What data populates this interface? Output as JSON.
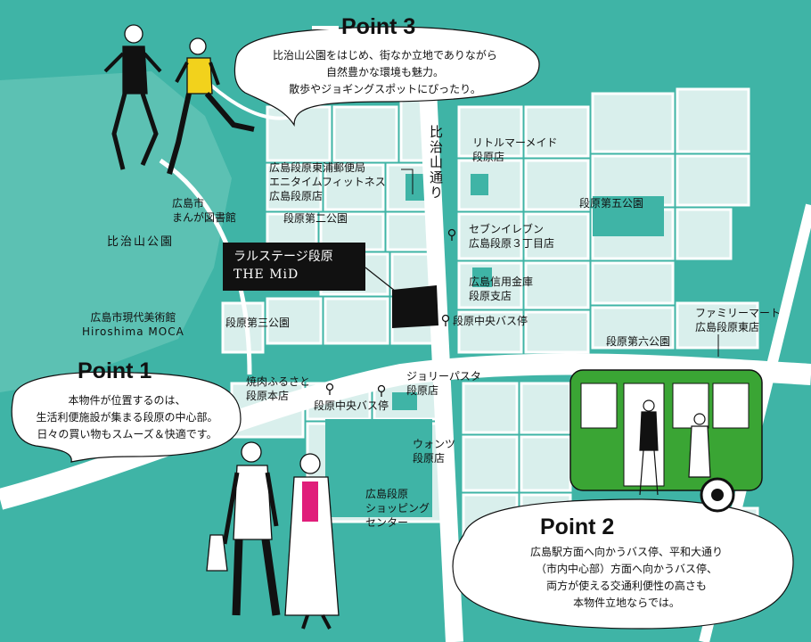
{
  "colors": {
    "teal": "#3fb4a6",
    "block": "#d9efec",
    "road": "#ffffff",
    "bus_green": "#3aa534",
    "property": "#111111",
    "accent_yellow": "#f2d21c",
    "accent_pink": "#e01e7a"
  },
  "map": {
    "park_label": "比治山公園",
    "street_label": "比治山通り",
    "places": {
      "manga_library": [
        "広島市",
        "まんが図書館"
      ],
      "moca": [
        "広島市現代美術館",
        "Hiroshima MOCA"
      ],
      "post_office_group": [
        "広島段原東浦郵便局",
        "エニタイムフィットネス",
        "広島段原店"
      ],
      "little_mermaid": [
        "リトルマーメイド",
        "段原店"
      ],
      "seven_eleven": [
        "セブンイレブン",
        "広島段原３丁目店"
      ],
      "shinkin_bank": [
        "広島信用金庫",
        "段原支店"
      ],
      "dambara_5_park": "段原第五公園",
      "dambara_2_park": "段原第二公園",
      "dambara_3_park": "段原第三公園",
      "dambara_6_park": "段原第六公園",
      "familymart": [
        "ファミリーマート",
        "広島段原東店"
      ],
      "bus_stop_north": "段原中央バス停",
      "bus_stop_south": "段原中央バス停",
      "yakiniku": [
        "焼肉ふるさと",
        "段原本店"
      ],
      "jolly_pasta": [
        "ジョリーパスタ",
        "段原店"
      ],
      "wantsu": [
        "ウォンツ",
        "段原店"
      ],
      "shopping_center": [
        "広島段原",
        "ショッピング",
        "センター"
      ]
    },
    "property": [
      "ラルステージ段原",
      "THE MiD"
    ]
  },
  "points": {
    "p1": {
      "title": "Point 1",
      "lines": [
        "本物件が位置するのは、",
        "生活利便施設が集まる段原の中心部。",
        "日々の買い物もスムーズ＆快適です。"
      ]
    },
    "p2": {
      "title": "Point 2",
      "lines": [
        "広島駅方面へ向かうバス停、平和大通り",
        "（市内中心部）方面へ向かうバス停、",
        "両方が使える交通利便性の高さも",
        "本物件立地ならでは。"
      ]
    },
    "p3": {
      "title": "Point 3",
      "lines": [
        "比治山公園をはじめ、街なか立地でありながら",
        "自然豊かな環境も魅力。",
        "散歩やジョギングスポットにぴったり。"
      ]
    }
  }
}
